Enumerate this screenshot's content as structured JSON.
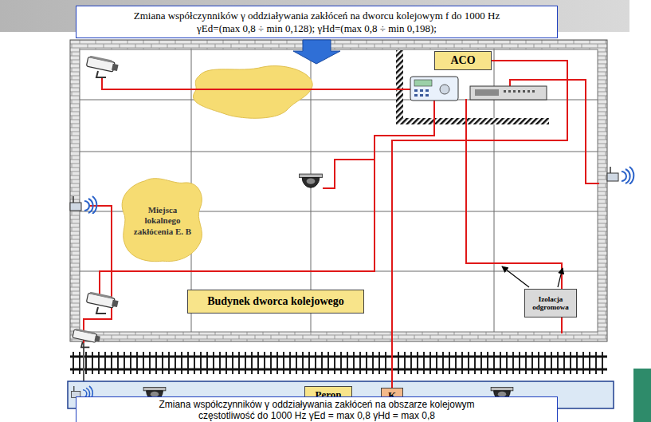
{
  "diagram": {
    "nodes": [
      {
        "text": [
          "Zmiana współczynników γ oddziaływania zakłóceń na dworcu kolejowym f do 1000 Hz",
          "γEd=(max 0,8 ÷ min 0,128); γHd=(max 0,8 ÷ min 0,198);"
        ]
      },
      {
        "text": [
          "ACO"
        ]
      },
      {
        "text": [
          "Miejsca lokalnego zakłócenia E. B"
        ]
      },
      {
        "text": [
          "Budynek dworca kolejowego"
        ]
      },
      {
        "text": [
          "Izolacja odgromowa"
        ]
      },
      {
        "text": [
          "Peron"
        ]
      },
      {
        "text": [
          "K"
        ]
      },
      {
        "text": [
          "Zmiana współczynników γ oddziaływania zakłóceń na obszarze kolejowym",
          "częstotliwość do 1000 Hz γEd = max 0,8 γHd = max 0,8"
        ]
      }
    ],
    "edges": [
      {
        "from": 6,
        "to": 1,
        "arrow": "none"
      }
    ]
  }
}
